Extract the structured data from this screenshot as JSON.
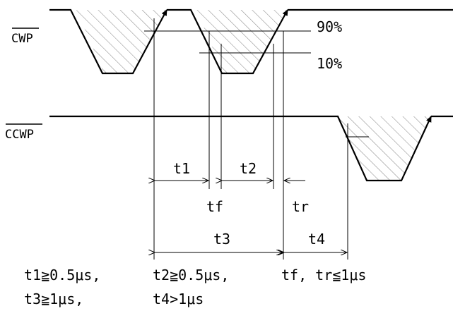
{
  "signals": {
    "cwp_label": "CWP",
    "ccwp_label": "CCWP"
  },
  "levels": {
    "high_pct": "90%",
    "low_pct": "10%"
  },
  "timing": {
    "t1": "t1",
    "t2": "t2",
    "t3": "t3",
    "t4": "t4",
    "tf": "tf",
    "tr": "tr"
  },
  "conditions": {
    "line1_col1": "t1≧0.5μs,",
    "line1_col2": "t2≧0.5μs,",
    "line1_col3": "tf, tr≦1μs",
    "line2_col1": "t3≧1μs,",
    "line2_col2": "t4>1μs"
  }
}
